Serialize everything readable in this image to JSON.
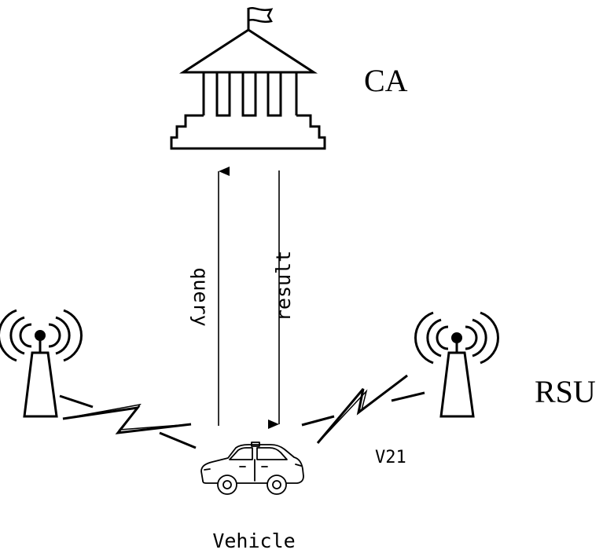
{
  "nodes": {
    "ca": {
      "label": "CA",
      "icon": "government-building-icon"
    },
    "rsu": {
      "label": "RSU",
      "icon": "radio-tower-icon"
    },
    "vehicle": {
      "label": "Vehicle",
      "icon": "car-icon"
    }
  },
  "edges": {
    "query": {
      "label": "query",
      "from": "vehicle",
      "to": "ca"
    },
    "result": {
      "label": "result",
      "from": "ca",
      "to": "vehicle"
    },
    "v2i": {
      "label": "V21",
      "style": "wireless-lightning"
    }
  },
  "colors": {
    "stroke": "#000000",
    "background": "#ffffff"
  }
}
